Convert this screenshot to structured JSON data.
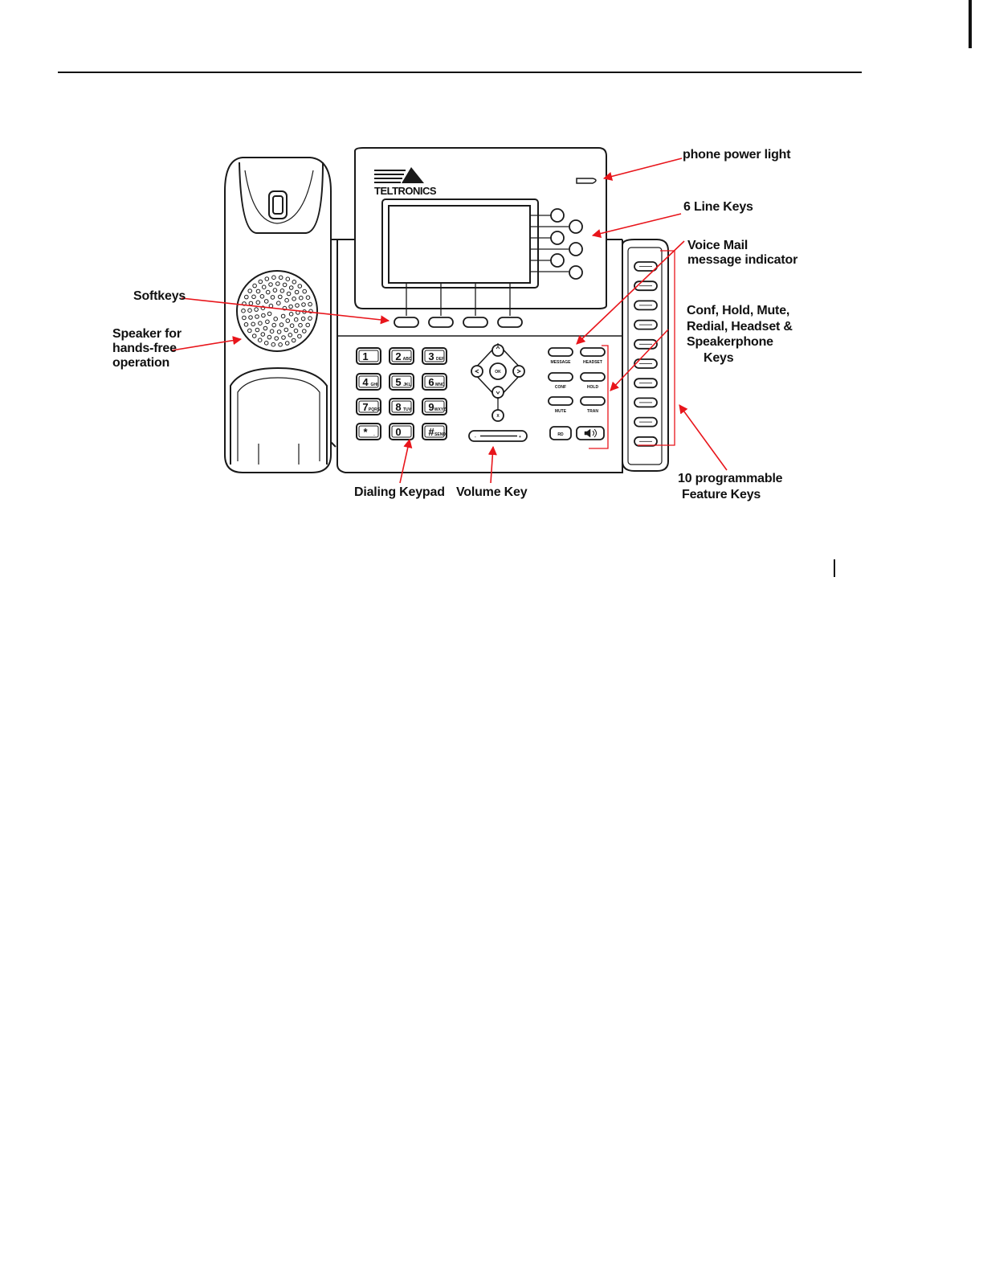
{
  "brand": {
    "name": "TELTRONICS"
  },
  "callouts": {
    "power_light": "phone power light",
    "line_keys": "6 Line Keys",
    "voicemail": [
      "Voice Mail",
      "message indicator"
    ],
    "conf_keys": [
      "Conf, Hold, Mute,",
      "Redial, Headset &",
      "Speakerphone",
      "Keys"
    ],
    "softkeys": "Softkeys",
    "speaker": [
      "Speaker for",
      "hands-free",
      "operation"
    ],
    "dialing_keypad": "Dialing Keypad",
    "volume_key": "Volume Key",
    "feature_keys": [
      "10 programmable",
      "Feature Keys"
    ]
  },
  "keypad": {
    "keys": [
      "1",
      "2",
      "3",
      "4",
      "5",
      "6",
      "7",
      "8",
      "9",
      "*",
      "0",
      "#"
    ],
    "sublabels": [
      "",
      "ABC",
      "DEF",
      "GHI",
      "JKL",
      "MNO",
      "PQRS",
      "TUV",
      "WXYZ",
      ".",
      "",
      "SEND"
    ]
  },
  "nav": {
    "ok": "OK",
    "x": "X"
  },
  "function_keys": {
    "labels": [
      "MESSAGE",
      "HEADSET",
      "CONF",
      "HOLD",
      "MUTE",
      "TRAN"
    ],
    "redial": "RD"
  },
  "volume": {
    "minus": "-",
    "plus": "+"
  },
  "colors": {
    "arrow": "#e8151b",
    "line": "#1a1a1a"
  }
}
